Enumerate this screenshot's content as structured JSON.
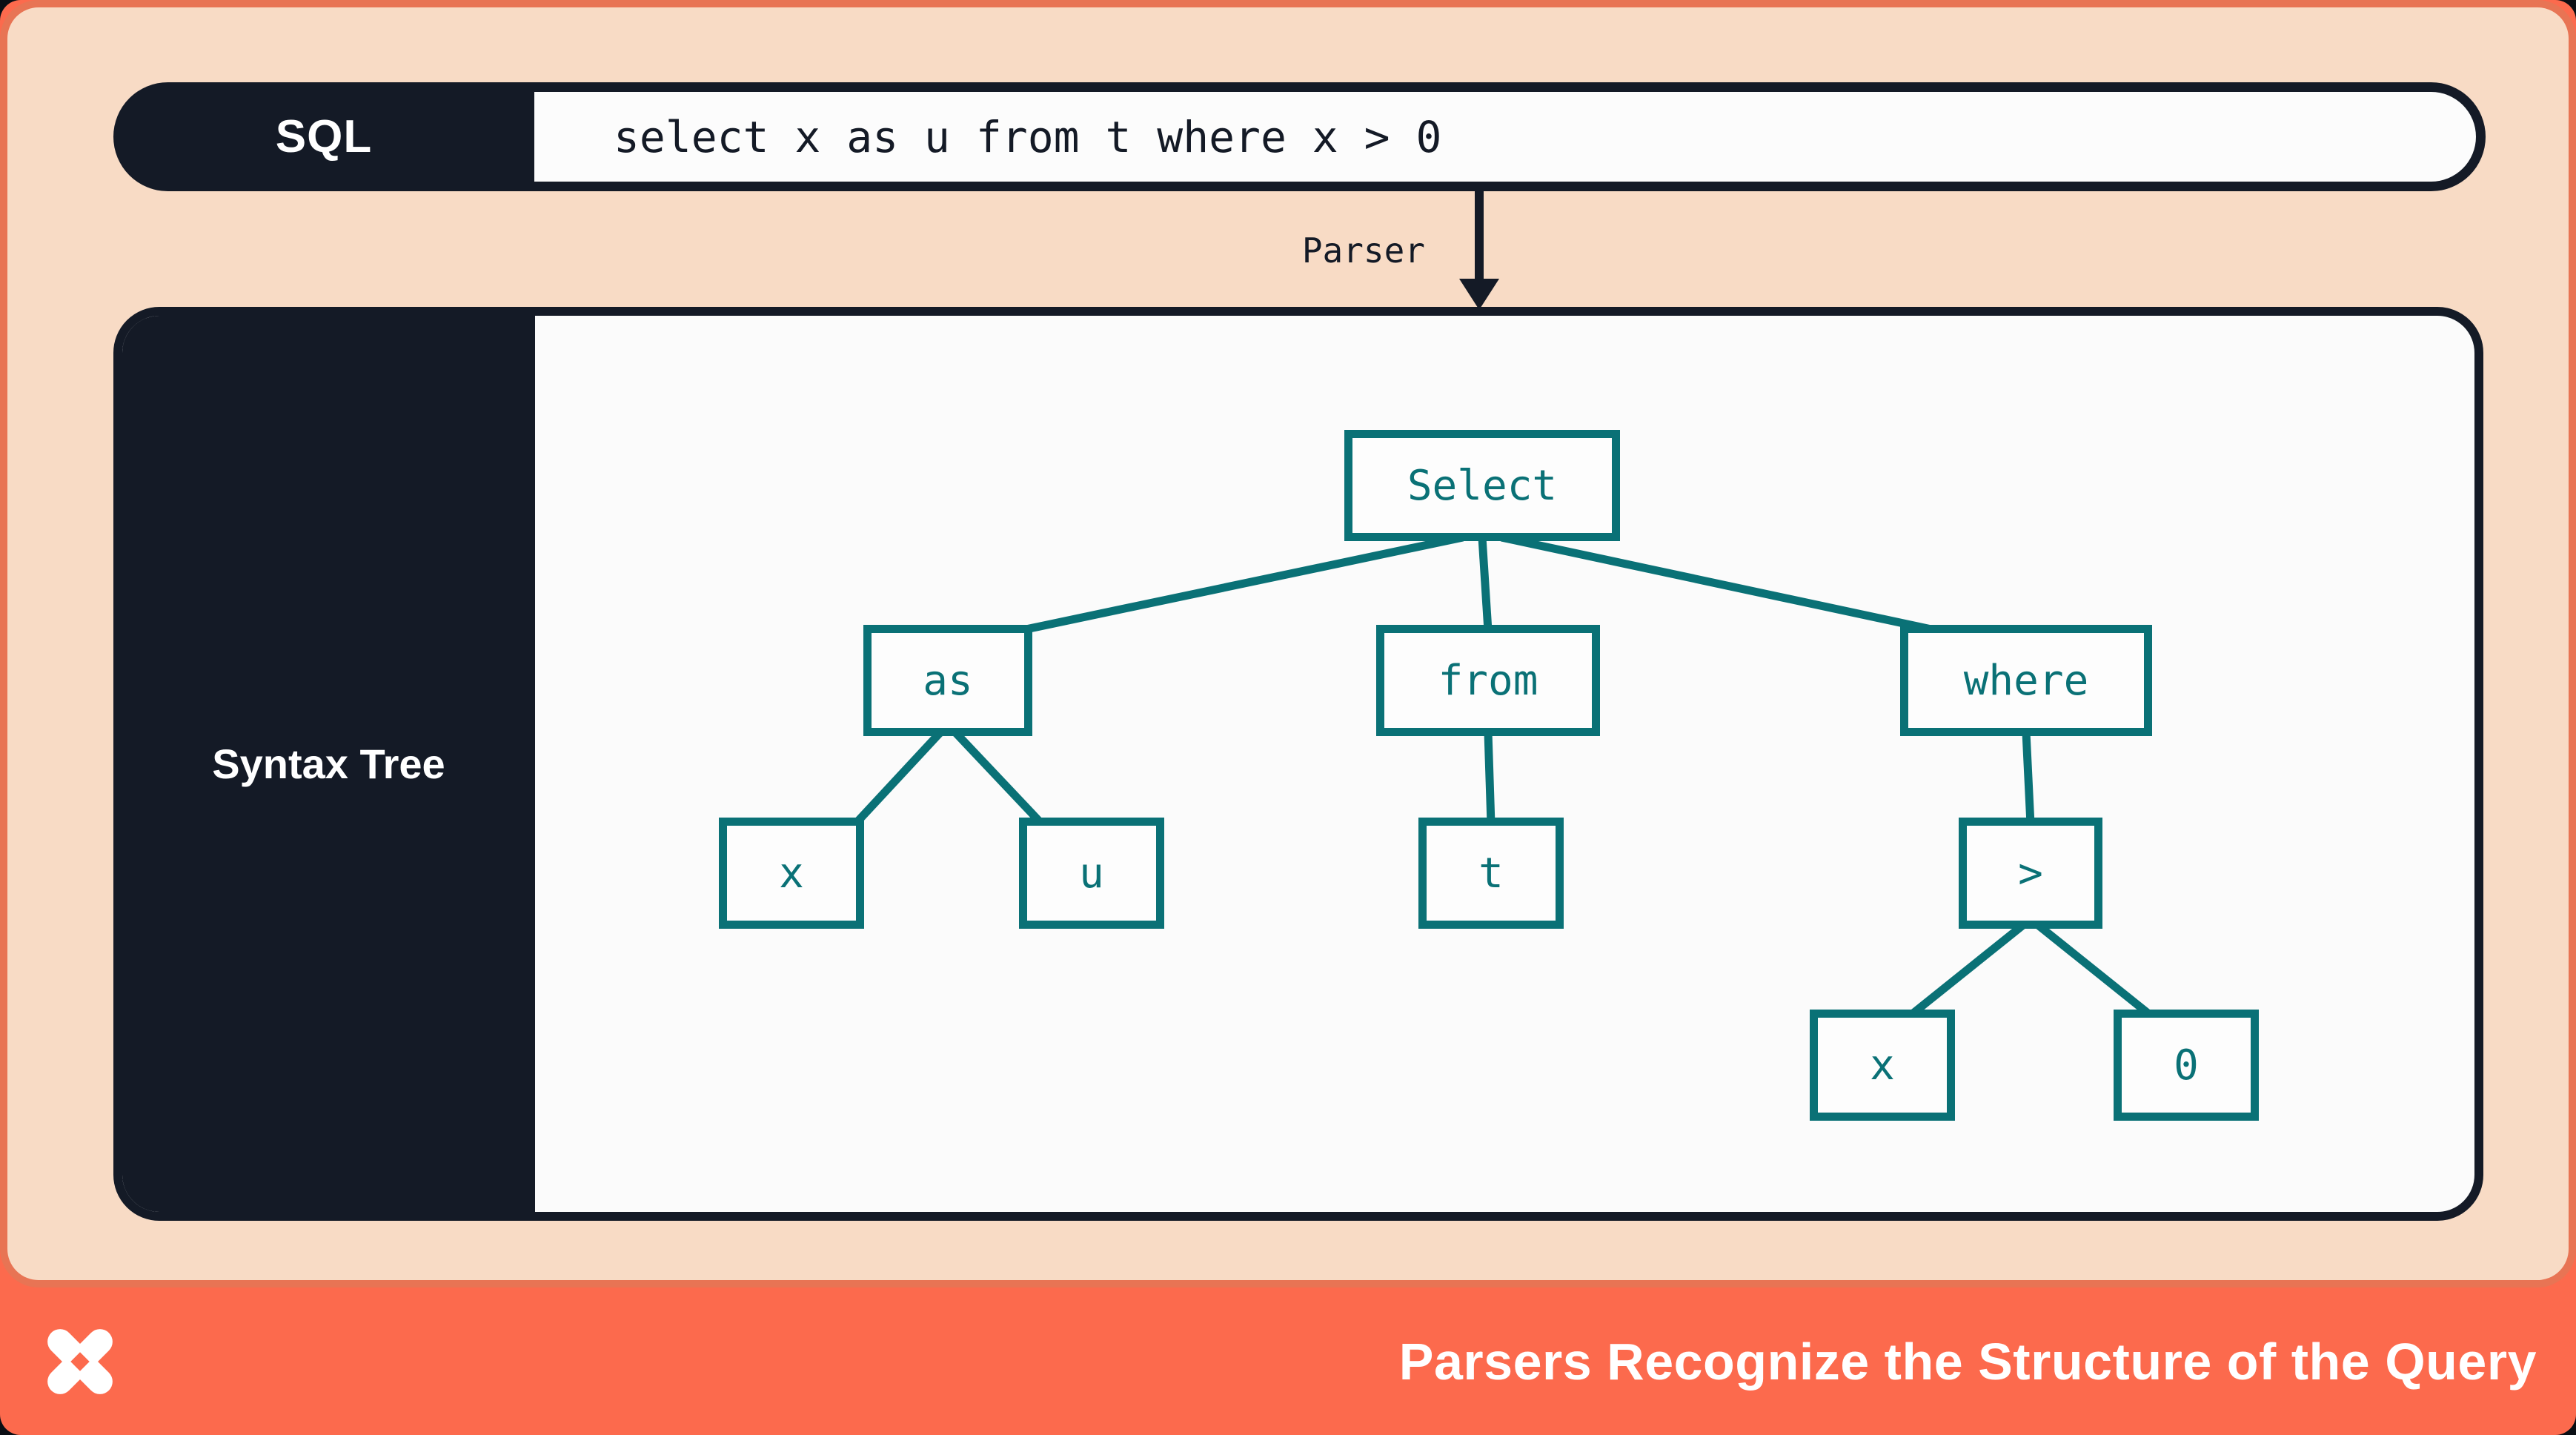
{
  "header": {
    "badge": "SQL",
    "query": "select x as u from t where x > 0"
  },
  "parser_arrow": {
    "label": "Parser"
  },
  "syntax_tree_panel": {
    "badge": "Syntax Tree",
    "nodes": [
      {
        "id": "select",
        "label": "Select",
        "children": [
          "as",
          "from",
          "where"
        ]
      },
      {
        "id": "as",
        "label": "as",
        "children": [
          "x",
          "u"
        ]
      },
      {
        "id": "from",
        "label": "from",
        "children": [
          "t"
        ]
      },
      {
        "id": "where",
        "label": "where",
        "children": [
          ">"
        ]
      },
      {
        "id": "x1",
        "label": "x",
        "children": []
      },
      {
        "id": "u",
        "label": "u",
        "children": []
      },
      {
        "id": "t",
        "label": "t",
        "children": []
      },
      {
        "id": "gt",
        "label": ">",
        "children": [
          "x",
          "0"
        ]
      },
      {
        "id": "x2",
        "label": "x",
        "children": []
      },
      {
        "id": "zero",
        "label": "0",
        "children": []
      }
    ]
  },
  "footer": {
    "title": "Parsers Recognize the Structure of the Query",
    "logo": "x-star-logo"
  },
  "colors": {
    "coral_background": "#FC6A4D",
    "card_border": "#E87454",
    "card_background": "#F8DBC5",
    "navy": "#141A26",
    "panel_background": "#FBFBFB",
    "teal_accent": "#0A7176",
    "white": "#FFFFFF"
  }
}
